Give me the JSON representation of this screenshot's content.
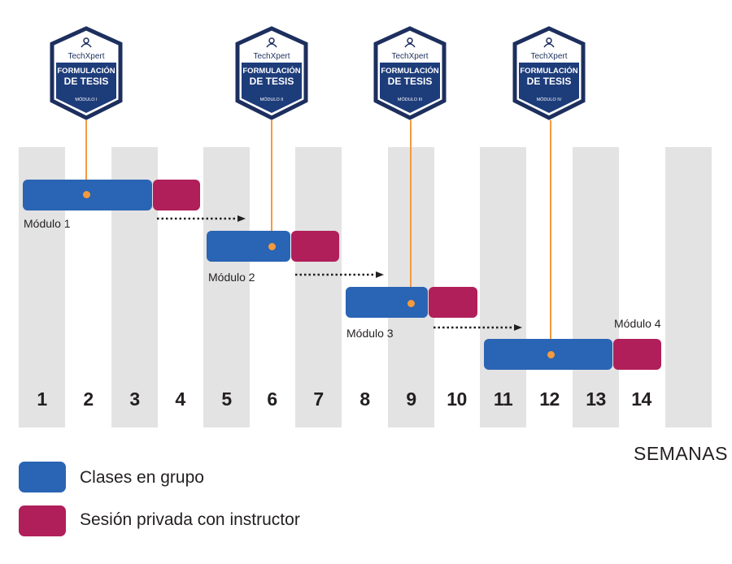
{
  "weeks": [
    "1",
    "2",
    "3",
    "4",
    "5",
    "6",
    "7",
    "8",
    "9",
    "10",
    "11",
    "12",
    "13",
    "14"
  ],
  "axis_title": "SEMANAS",
  "colors": {
    "group": "#2a64b4",
    "private": "#b01f5a",
    "connector": "#f49a3e",
    "column_bg": "#e3e3e3"
  },
  "modules": [
    {
      "label": "Módulo 1",
      "badge": {
        "brand": "TechXpert",
        "line1": "FORMULACIÓN",
        "line2": "DE TESIS",
        "module": "MÓDULO I"
      }
    },
    {
      "label": "Módulo 2",
      "badge": {
        "brand": "TechXpert",
        "line1": "FORMULACIÓN",
        "line2": "DE TESIS",
        "module": "MÓDULO II"
      }
    },
    {
      "label": "Módulo 3",
      "badge": {
        "brand": "TechXpert",
        "line1": "FORMULACIÓN",
        "line2": "DE TESIS",
        "module": "MÓDULO III"
      }
    },
    {
      "label": "Módulo 4",
      "badge": {
        "brand": "TechXpert",
        "line1": "FORMULACIÓN",
        "line2": "DE TESIS",
        "module": "MÓDULO IV"
      }
    }
  ],
  "legend": [
    {
      "label": "Clases en grupo",
      "type": "group"
    },
    {
      "label": "Sesión privada con instructor",
      "type": "private"
    }
  ]
}
